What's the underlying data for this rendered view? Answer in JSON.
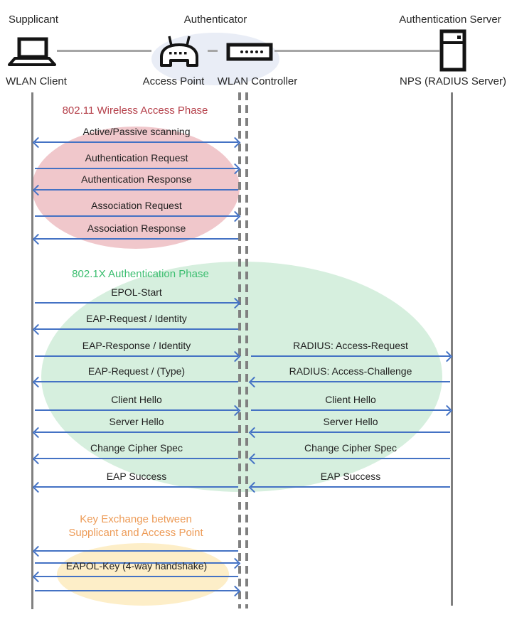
{
  "colors": {
    "arrow": "#4472c4",
    "lifeline": "#808080",
    "connector": "#a6a6a6",
    "text": "#262626",
    "authenticator-fill": "#e9edf6",
    "phase1-fill": "#f0c7cb",
    "phase2-fill": "#d6efde",
    "phase3-fill": "#fdeec8",
    "phase1-title": "#b5404a",
    "phase2-title": "#3cbe70",
    "phase3-title": "#ed9b57"
  },
  "actors": {
    "roles": [
      "Supplicant",
      "Authenticator",
      "Authentication Server"
    ],
    "devices": [
      "WLAN Client",
      "Access Point",
      "WLAN Controller",
      "NPS (RADIUS Server)"
    ],
    "icons": {
      "wlan_client": "laptop-icon",
      "access_point": "wireless-router-icon",
      "wlan_controller": "controller-box-icon",
      "radius_server": "server-tower-icon"
    }
  },
  "phases": [
    {
      "title": "802.11 Wireless Access Phase"
    },
    {
      "title": "802.1X Authentication Phase"
    },
    {
      "title_lines": [
        "Key Exchange between",
        "Supplicant and Access Point"
      ]
    }
  ],
  "messages": [
    {
      "label": "Active/Passive scanning",
      "span": "left",
      "direction": "both"
    },
    {
      "label": "Authentication Request",
      "span": "left",
      "direction": "right"
    },
    {
      "label": "Authentication Response",
      "span": "left",
      "direction": "left"
    },
    {
      "label": "Association Request",
      "span": "left",
      "direction": "right"
    },
    {
      "label": "Association Response",
      "span": "left",
      "direction": "left"
    },
    {
      "label": "EPOL-Start",
      "span": "left",
      "direction": "right"
    },
    {
      "label": "EAP-Request / Identity",
      "span": "left",
      "direction": "left"
    },
    {
      "label": "EAP-Response / Identity",
      "span": "left",
      "direction": "right"
    },
    {
      "label": "RADIUS: Access-Request",
      "span": "right",
      "direction": "right"
    },
    {
      "label": "EAP-Request / (Type)",
      "span": "left",
      "direction": "left"
    },
    {
      "label": "RADIUS: Access-Challenge",
      "span": "right",
      "direction": "left"
    },
    {
      "label": "Client Hello",
      "span": "left",
      "direction": "right"
    },
    {
      "label": "Client Hello",
      "span": "right",
      "direction": "right"
    },
    {
      "label": "Server Hello",
      "span": "left",
      "direction": "left"
    },
    {
      "label": "Server Hello",
      "span": "right",
      "direction": "left"
    },
    {
      "label": "Change Cipher Spec",
      "span": "left",
      "direction": "left"
    },
    {
      "label": "Change Cipher Spec",
      "span": "right",
      "direction": "left"
    },
    {
      "label": "EAP Success",
      "span": "left",
      "direction": "left"
    },
    {
      "label": "EAP Success",
      "span": "right",
      "direction": "left"
    },
    {
      "label": "",
      "span": "left",
      "direction": "left"
    },
    {
      "label": "",
      "span": "left",
      "direction": "right"
    },
    {
      "label": "EAPOL-Key (4-way handshake)",
      "span": "left",
      "direction": "left"
    },
    {
      "label": "",
      "span": "left",
      "direction": "right"
    }
  ]
}
